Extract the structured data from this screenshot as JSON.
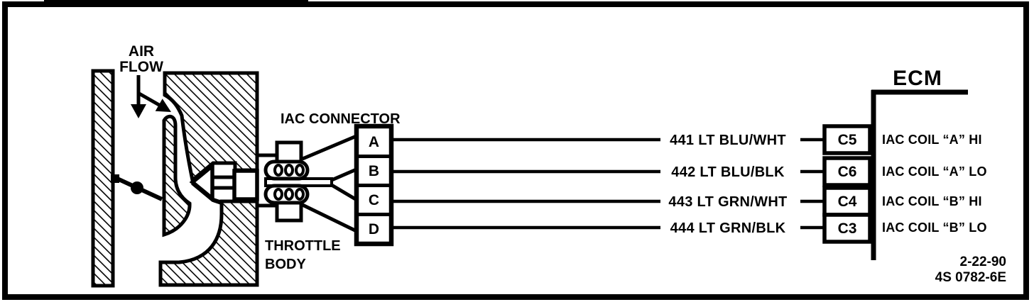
{
  "diagram": {
    "air_flow": {
      "line1": "AIR",
      "line2": "FLOW"
    },
    "iac_connector_label": "IAC CONNECTOR",
    "throttle_body": {
      "line1": "THROTTLE",
      "line2": "BODY"
    },
    "ecm_label": "ECM",
    "connector_pins": [
      "A",
      "B",
      "C",
      "D"
    ],
    "wires": [
      {
        "circuit": "441",
        "label": "441 LT BLU/WHT",
        "ecm_pin": "C5",
        "ecm_function": "IAC COIL “A” HI"
      },
      {
        "circuit": "442",
        "label": "442 LT BLU/BLK",
        "ecm_pin": "C6",
        "ecm_function": "IAC COIL “A” LO"
      },
      {
        "circuit": "443",
        "label": "443 LT GRN/WHT",
        "ecm_pin": "C4",
        "ecm_function": "IAC COIL “B” HI"
      },
      {
        "circuit": "444",
        "label": "444 LT GRN/BLK",
        "ecm_pin": "C3",
        "ecm_function": "IAC COIL “B” LO"
      }
    ],
    "revision": {
      "date": "2-22-90",
      "doc_number": "4S 0782-6E"
    },
    "colors": {
      "ink": "#000000",
      "paper": "#ffffff"
    }
  }
}
